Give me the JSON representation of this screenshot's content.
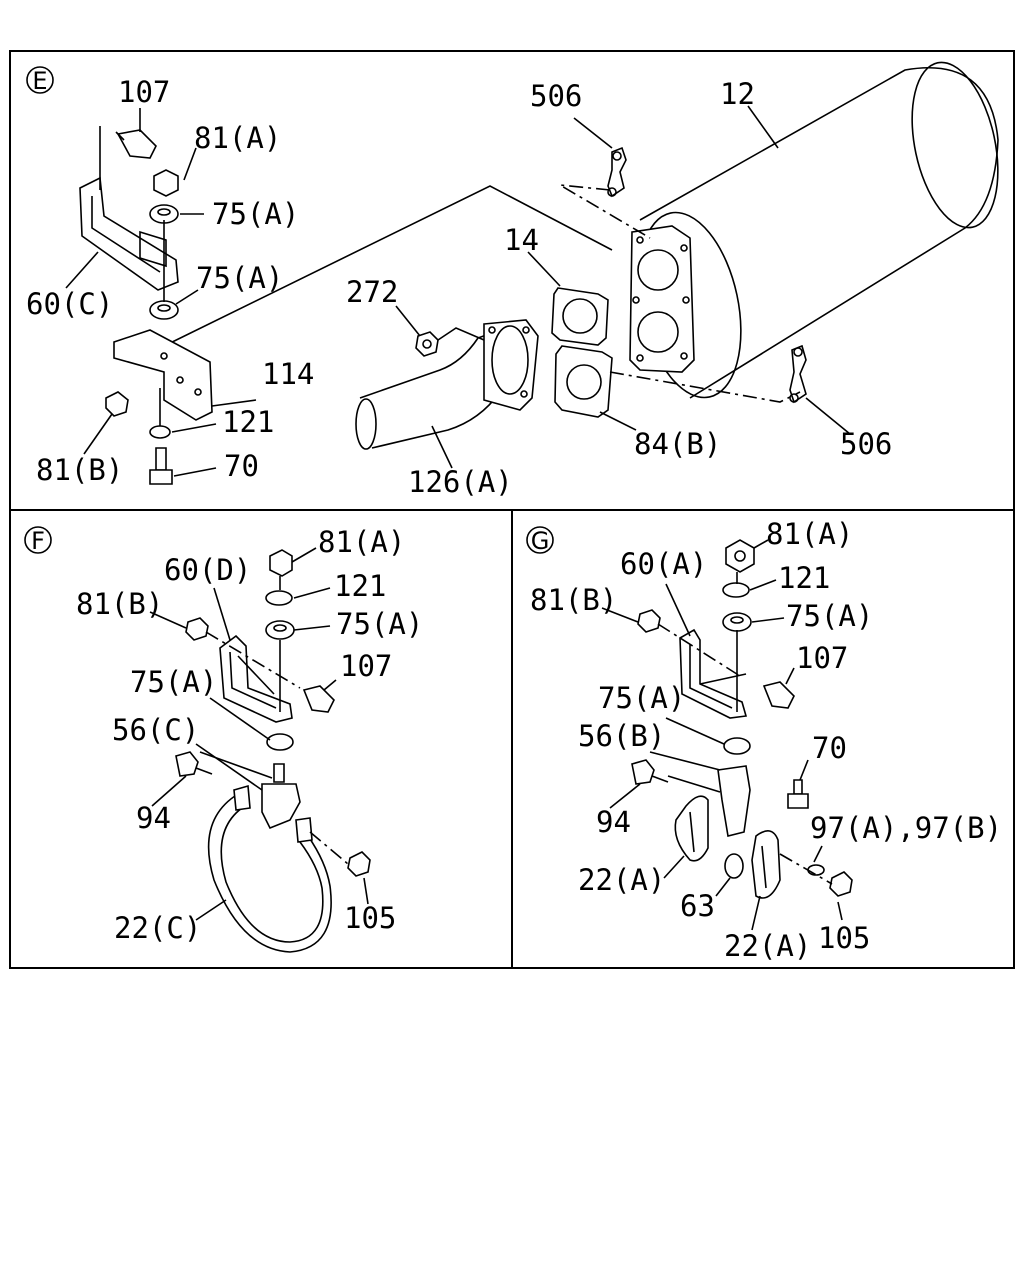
{
  "panels": {
    "E": {
      "badge": "E",
      "labels": {
        "l107": "107",
        "l81a": "81(A)",
        "l75a1": "75(A)",
        "l75a2": "75(A)",
        "l60c": "60(C)",
        "l114": "114",
        "l121": "121",
        "l81b": "81(B)",
        "l70": "70",
        "l506a": "506",
        "l12": "12",
        "l14": "14",
        "l272": "272",
        "l84b": "84(B)",
        "l506b": "506",
        "l126a": "126(A)"
      }
    },
    "F": {
      "badge": "F",
      "labels": {
        "l81a": "81(A)",
        "l60d": "60(D)",
        "l121": "121",
        "l81b": "81(B)",
        "l75a1": "75(A)",
        "l107": "107",
        "l75a2": "75(A)",
        "l56c": "56(C)",
        "l94": "94",
        "l22c": "22(C)",
        "l105": "105"
      }
    },
    "G": {
      "badge": "G",
      "labels": {
        "l81a": "81(A)",
        "l60a": "60(A)",
        "l121": "121",
        "l81b": "81(B)",
        "l75a1": "75(A)",
        "l107": "107",
        "l75a2": "75(A)",
        "l56b": "56(B)",
        "l70": "70",
        "l94": "94",
        "l97": "97(A),97(B)",
        "l22a1": "22(A)",
        "l63": "63",
        "l22a2": "22(A)",
        "l105": "105"
      }
    }
  }
}
